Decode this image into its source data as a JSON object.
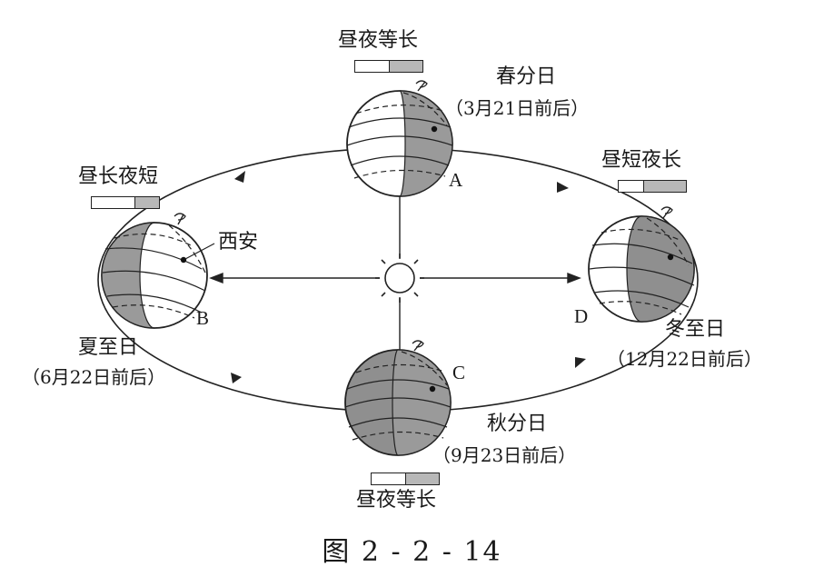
{
  "sun_label": "",
  "positions": [
    {
      "letter": "A",
      "term": "春分日",
      "date": "（3月21日前后）",
      "daylight": "昼夜等长",
      "day_fraction": 0.5
    },
    {
      "letter": "B",
      "term": "夏至日",
      "date": "（6月22日前后）",
      "daylight": "昼长夜短",
      "day_fraction": 0.64
    },
    {
      "letter": "C",
      "term": "秋分日",
      "date": "（9月23日前后）",
      "daylight": "昼夜等长",
      "day_fraction": 0.5
    },
    {
      "letter": "D",
      "term": "冬至日",
      "date": "（12月22日前后）",
      "daylight": "昼短夜长",
      "day_fraction": 0.36
    }
  ],
  "location_label": "西安",
  "caption": "图 2 - 2 - 14",
  "colors": {
    "night_shade": "#8f8f8f",
    "bar_night": "#b8b8b8",
    "ink": "#1a1a1a"
  }
}
